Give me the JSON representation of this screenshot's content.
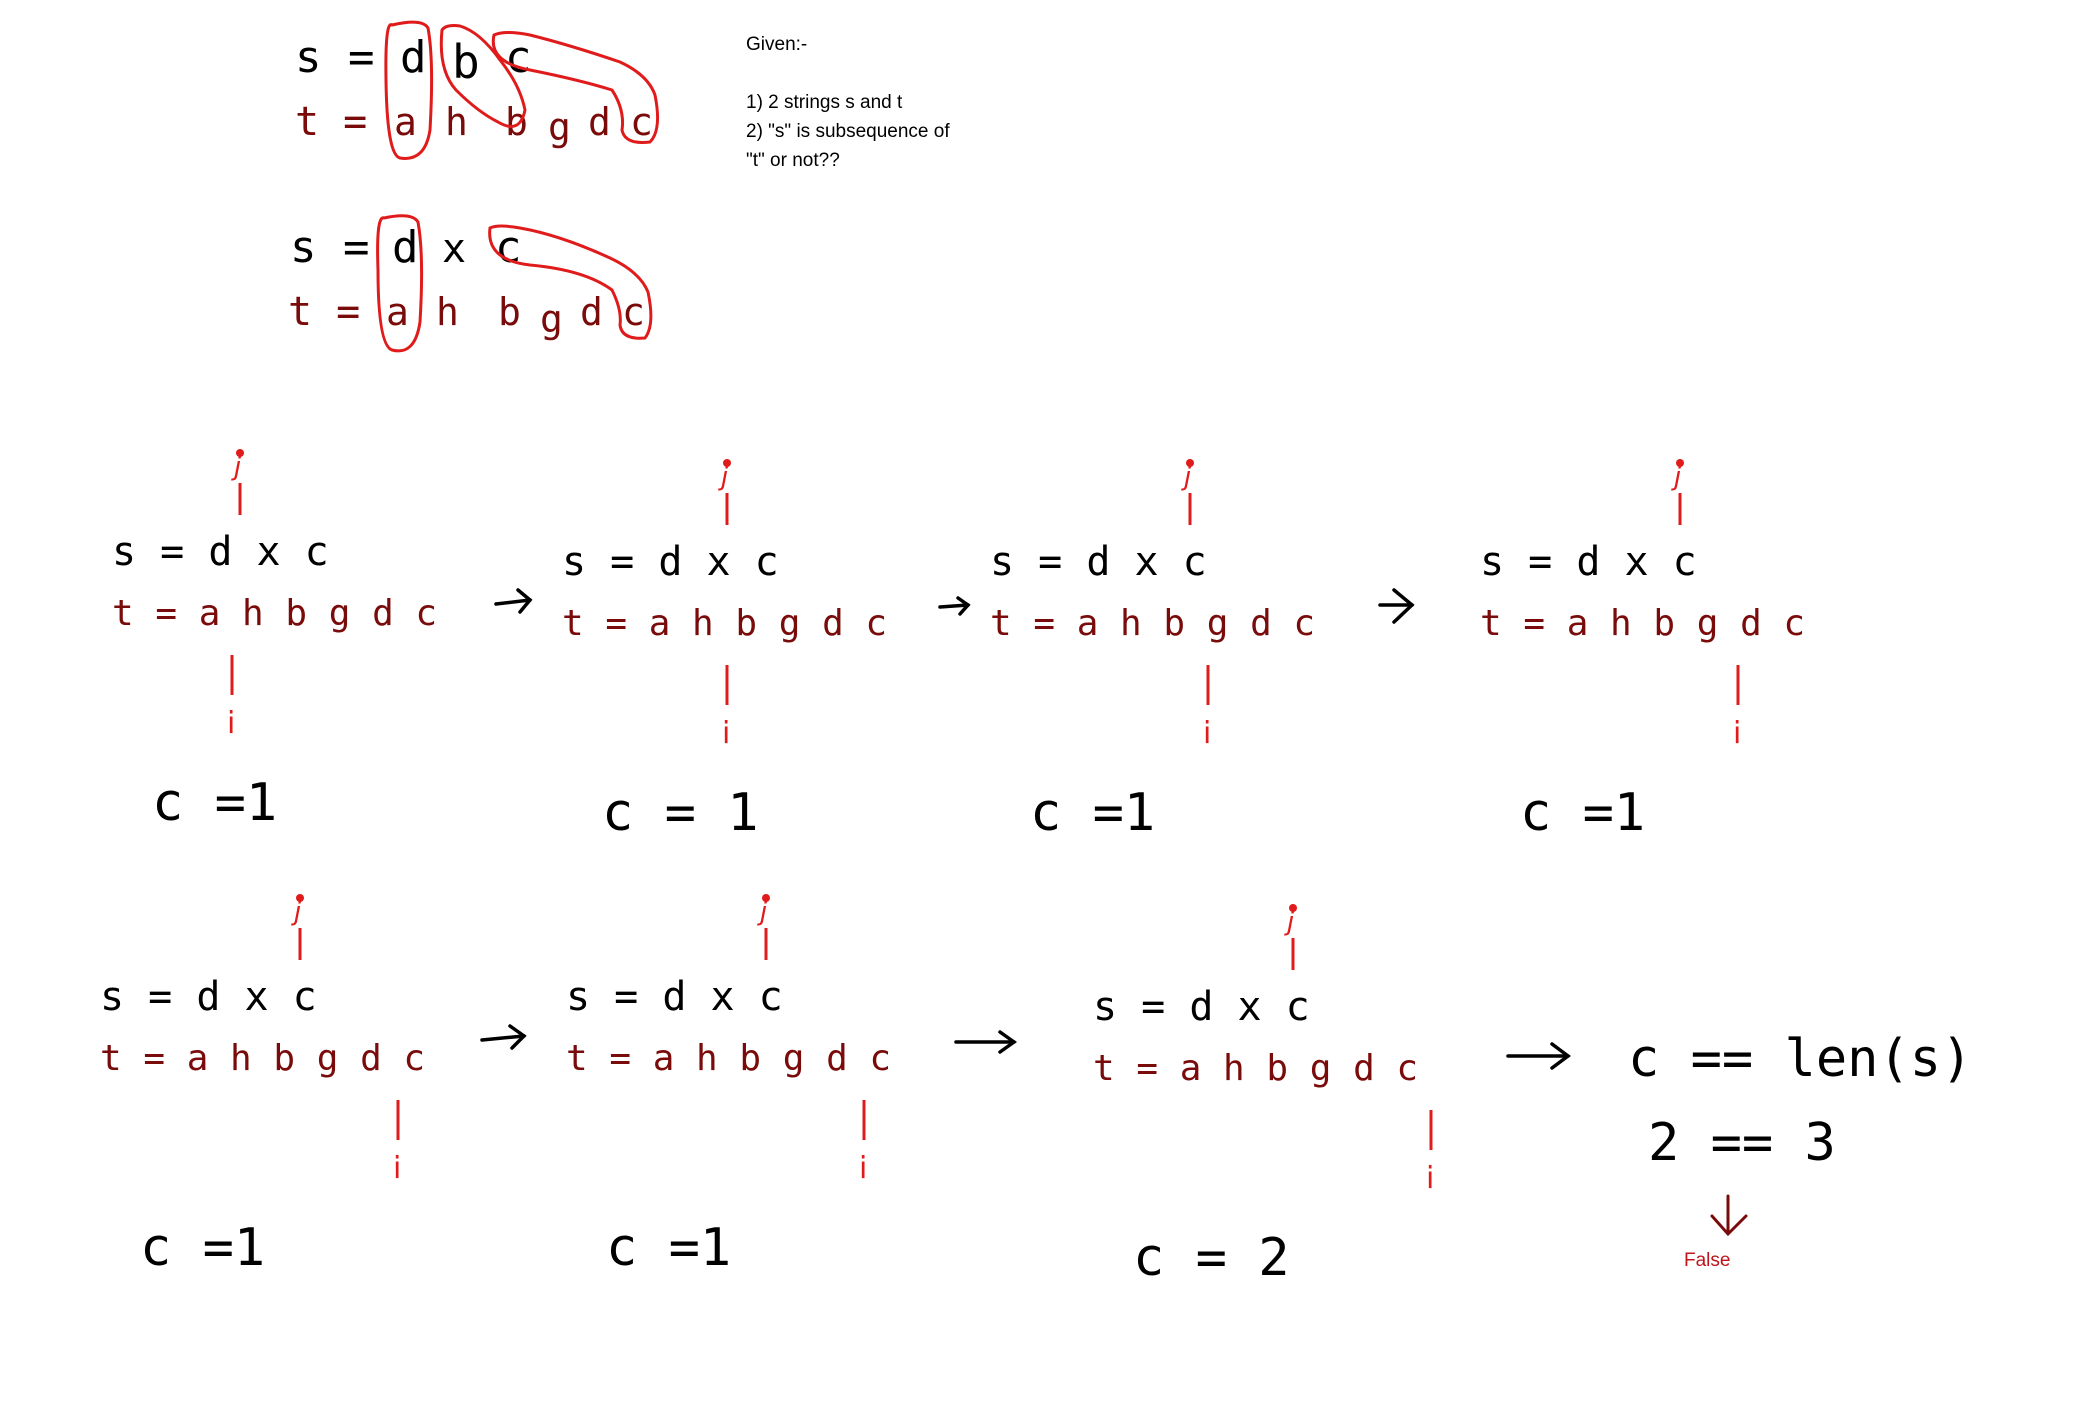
{
  "notes": {
    "title": "Given:-",
    "line1": "1) 2 strings s and t",
    "line2a": "2) \"s\" is subsequence of",
    "line2b": "\"t\" or not??"
  },
  "examples": [
    {
      "s_label": "s =",
      "s_chars": [
        "d",
        "b",
        "c"
      ],
      "t_label": "t =",
      "t_chars": [
        "a",
        "h",
        "b",
        "g",
        "d",
        "c"
      ]
    },
    {
      "s_label": "s =",
      "s_chars": [
        "d",
        "x",
        "c"
      ],
      "t_label": "t =",
      "t_chars": [
        "a",
        "h",
        "b",
        "g",
        "d",
        "c"
      ]
    }
  ],
  "trace": {
    "j_label": "j",
    "i_label": "i",
    "steps": [
      {
        "s_text": "s = d x c",
        "t_text": "t = a h b g d c",
        "j_index": 0,
        "i_index": 0,
        "count": "c =1"
      },
      {
        "s_text": "s = d x c",
        "t_text": "t = a h b g d c",
        "j_index": 1,
        "i_index": 1,
        "count": "c = 1"
      },
      {
        "s_text": "s = d x c",
        "t_text": "t = a h b g d c",
        "j_index": 2,
        "i_index": 2,
        "count": "c =1"
      },
      {
        "s_text": "s = d x c",
        "t_text": "t = a h b g d c",
        "j_index": 2,
        "i_index": 3,
        "count": "c =1"
      },
      {
        "s_text": "s = d x c",
        "t_text": "t = a h b g d c",
        "j_index": 2,
        "i_index": 4,
        "count": "c =1"
      },
      {
        "s_text": "s = d x c",
        "t_text": "t = a h b g d c",
        "j_index": 2,
        "i_index": 4,
        "count": "c =1"
      },
      {
        "s_text": "s = d x c",
        "t_text": "t = a h b g d c",
        "j_index": 2,
        "i_index": 5,
        "count": "c = 2"
      }
    ]
  },
  "result": {
    "check": "c == len(s)",
    "values": "2 == 3",
    "answer": "False"
  },
  "colors": {
    "ink": "#000000",
    "t_ink": "#7a0b0b",
    "pointer": "#e01b1b",
    "circle": "#e01b1b",
    "false_text": "#c0141c"
  }
}
